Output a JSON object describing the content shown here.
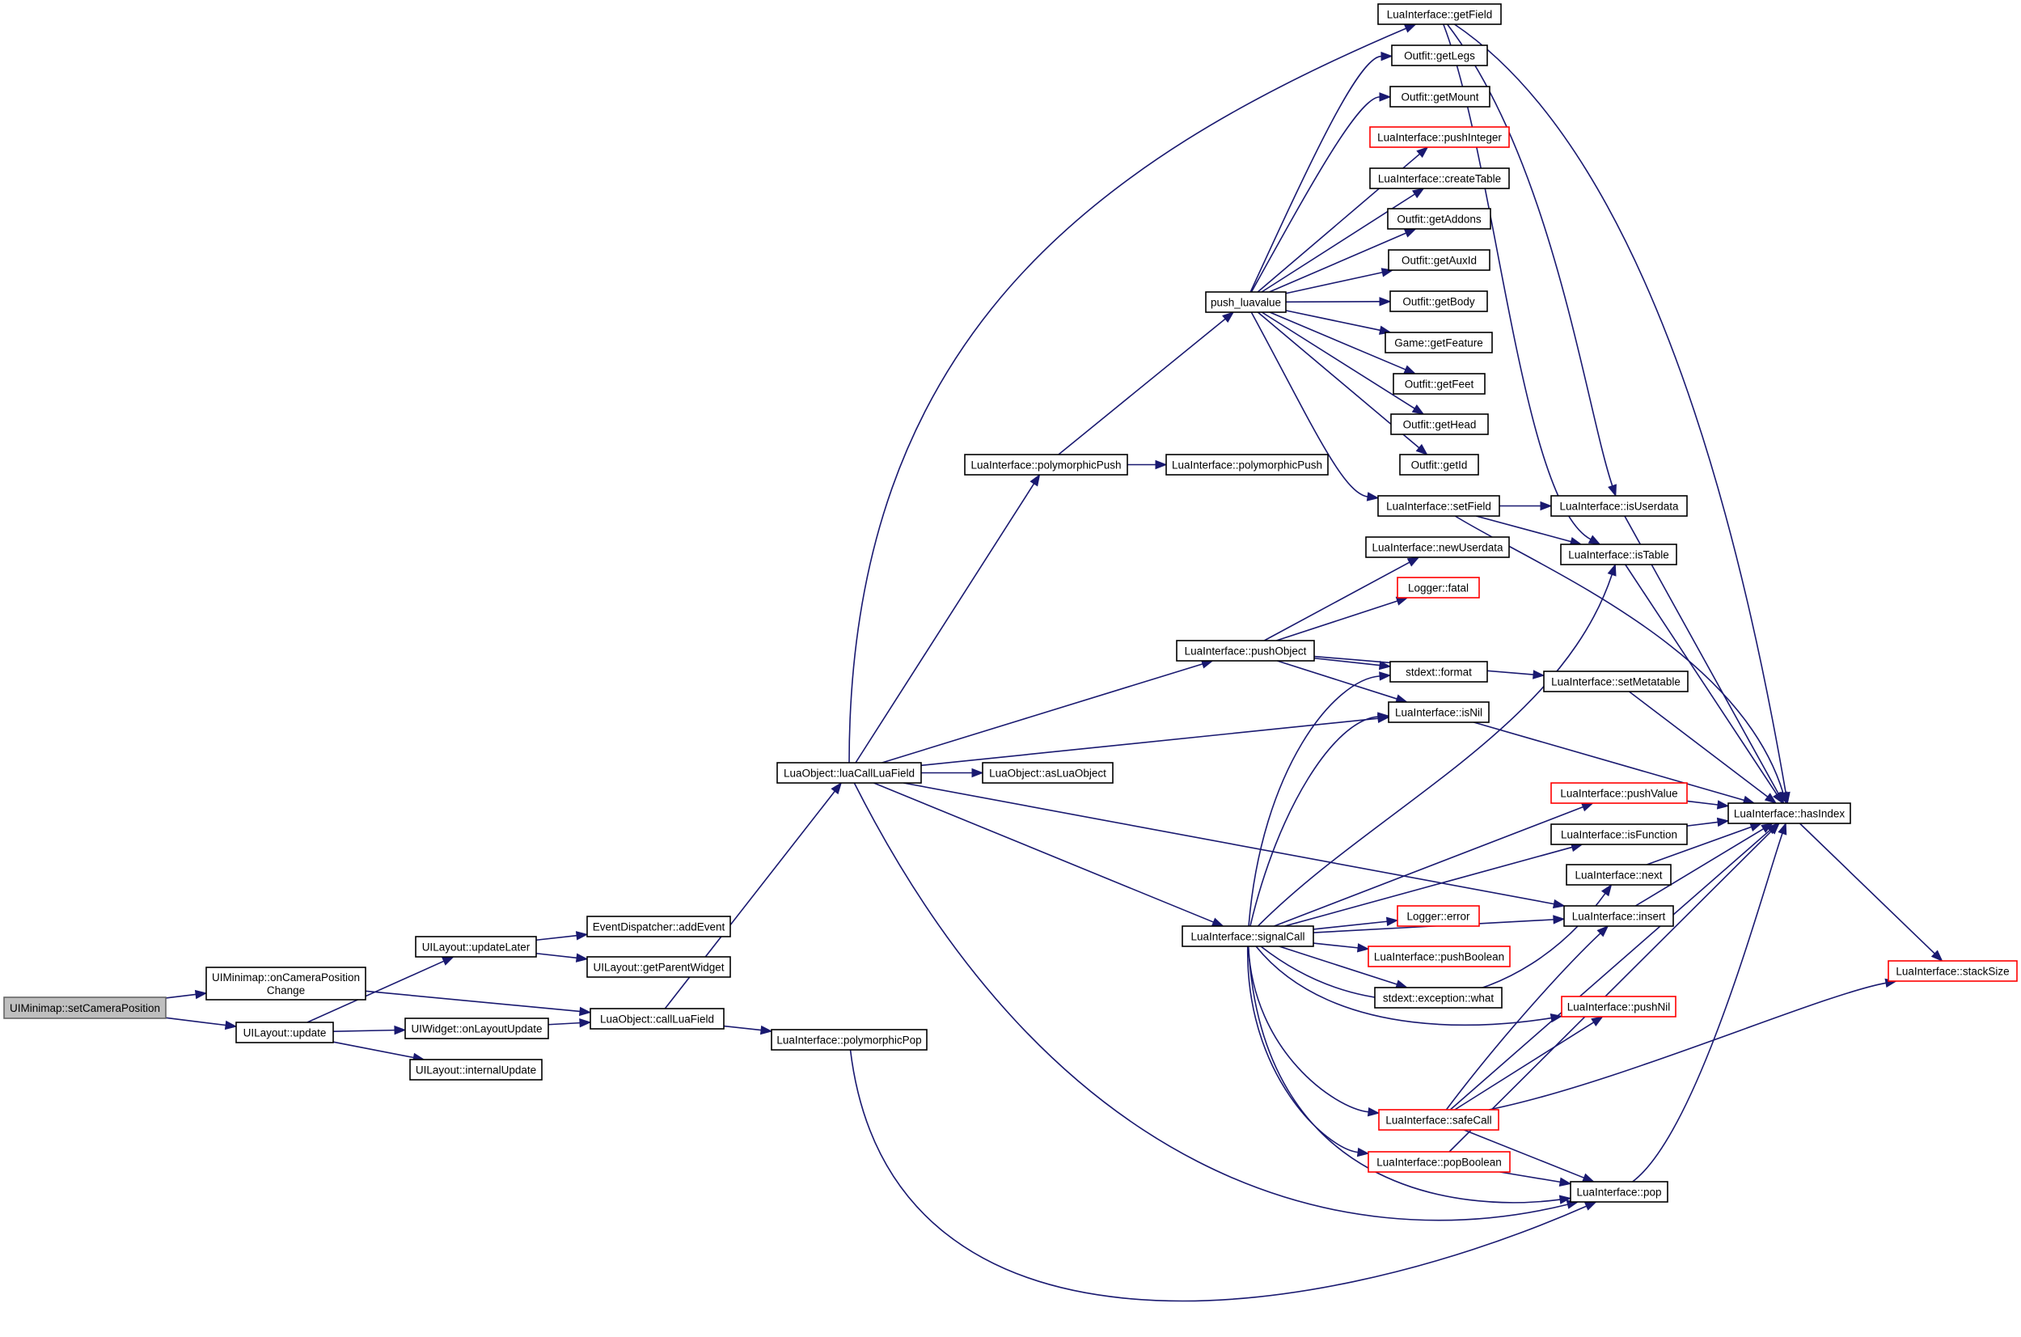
{
  "colors": {
    "edge": "#191970",
    "node_border": "#000000",
    "node_border_truncated": "#ff0000",
    "node_fill": "#ffffff",
    "root_fill": "#bfbfbf",
    "root_border": "#666666"
  },
  "nodes": [
    {
      "id": "setCameraPosition",
      "label": "UIMinimap::setCameraPosition",
      "style": "root"
    },
    {
      "id": "onCameraPositionChange",
      "label": "UIMinimap::onCameraPosition\nChange",
      "style": "normal"
    },
    {
      "id": "uilayoutUpdate",
      "label": "UILayout::update",
      "style": "normal"
    },
    {
      "id": "updateLater",
      "label": "UILayout::updateLater",
      "style": "normal"
    },
    {
      "id": "onLayoutUpdate",
      "label": "UIWidget::onLayoutUpdate",
      "style": "normal"
    },
    {
      "id": "internalUpdate",
      "label": "UILayout::internalUpdate",
      "style": "normal"
    },
    {
      "id": "addEvent",
      "label": "EventDispatcher::addEvent",
      "style": "normal"
    },
    {
      "id": "getParentWidget",
      "label": "UILayout::getParentWidget",
      "style": "normal"
    },
    {
      "id": "callLuaField",
      "label": "LuaObject::callLuaField",
      "style": "normal"
    },
    {
      "id": "polymorphicPop",
      "label": "LuaInterface::polymorphicPop",
      "style": "normal"
    },
    {
      "id": "luaCallLuaField",
      "label": "LuaObject::luaCallLuaField",
      "style": "normal"
    },
    {
      "id": "asLuaObject",
      "label": "LuaObject::asLuaObject",
      "style": "normal"
    },
    {
      "id": "polymorphicPush1",
      "label": "LuaInterface::polymorphicPush",
      "style": "normal"
    },
    {
      "id": "polymorphicPush2",
      "label": "LuaInterface::polymorphicPush",
      "style": "normal"
    },
    {
      "id": "pushLuavalue",
      "label": "push_luavalue",
      "style": "normal"
    },
    {
      "id": "getField",
      "label": "LuaInterface::getField",
      "style": "normal"
    },
    {
      "id": "getLegs",
      "label": "Outfit::getLegs",
      "style": "normal"
    },
    {
      "id": "getMount",
      "label": "Outfit::getMount",
      "style": "normal"
    },
    {
      "id": "pushInteger",
      "label": "LuaInterface::pushInteger",
      "style": "truncated"
    },
    {
      "id": "createTable",
      "label": "LuaInterface::createTable",
      "style": "normal"
    },
    {
      "id": "getAddons",
      "label": "Outfit::getAddons",
      "style": "normal"
    },
    {
      "id": "getAuxId",
      "label": "Outfit::getAuxId",
      "style": "normal"
    },
    {
      "id": "getBody",
      "label": "Outfit::getBody",
      "style": "normal"
    },
    {
      "id": "getFeature",
      "label": "Game::getFeature",
      "style": "normal"
    },
    {
      "id": "getFeet",
      "label": "Outfit::getFeet",
      "style": "normal"
    },
    {
      "id": "getHead",
      "label": "Outfit::getHead",
      "style": "normal"
    },
    {
      "id": "getId",
      "label": "Outfit::getId",
      "style": "normal"
    },
    {
      "id": "setField",
      "label": "LuaInterface::setField",
      "style": "normal"
    },
    {
      "id": "isUserdata",
      "label": "LuaInterface::isUserdata",
      "style": "normal"
    },
    {
      "id": "isTable",
      "label": "LuaInterface::isTable",
      "style": "normal"
    },
    {
      "id": "newUserdata",
      "label": "LuaInterface::newUserdata",
      "style": "normal"
    },
    {
      "id": "loggerFatal",
      "label": "Logger::fatal",
      "style": "truncated"
    },
    {
      "id": "pushObject",
      "label": "LuaInterface::pushObject",
      "style": "normal"
    },
    {
      "id": "stdextFormat",
      "label": "stdext::format",
      "style": "normal"
    },
    {
      "id": "setMetatable",
      "label": "LuaInterface::setMetatable",
      "style": "normal"
    },
    {
      "id": "isNil",
      "label": "LuaInterface::isNil",
      "style": "normal"
    },
    {
      "id": "pushValue",
      "label": "LuaInterface::pushValue",
      "style": "truncated"
    },
    {
      "id": "hasIndex",
      "label": "LuaInterface::hasIndex",
      "style": "normal"
    },
    {
      "id": "isFunction",
      "label": "LuaInterface::isFunction",
      "style": "normal"
    },
    {
      "id": "next",
      "label": "LuaInterface::next",
      "style": "normal"
    },
    {
      "id": "signalCall",
      "label": "LuaInterface::signalCall",
      "style": "normal"
    },
    {
      "id": "insert",
      "label": "LuaInterface::insert",
      "style": "normal"
    },
    {
      "id": "loggerError",
      "label": "Logger::error",
      "style": "truncated"
    },
    {
      "id": "pushBoolean",
      "label": "LuaInterface::pushBoolean",
      "style": "truncated"
    },
    {
      "id": "exceptionWhat",
      "label": "stdext::exception::what",
      "style": "normal"
    },
    {
      "id": "pushNil",
      "label": "LuaInterface::pushNil",
      "style": "truncated"
    },
    {
      "id": "stackSize",
      "label": "LuaInterface::stackSize",
      "style": "truncated"
    },
    {
      "id": "safeCall",
      "label": "LuaInterface::safeCall",
      "style": "truncated"
    },
    {
      "id": "popBoolean",
      "label": "LuaInterface::popBoolean",
      "style": "truncated"
    },
    {
      "id": "pop",
      "label": "LuaInterface::pop",
      "style": "normal"
    }
  ],
  "edges": [
    [
      "setCameraPosition",
      "onCameraPositionChange"
    ],
    [
      "setCameraPosition",
      "uilayoutUpdate"
    ],
    [
      "onCameraPositionChange",
      "callLuaField"
    ],
    [
      "uilayoutUpdate",
      "updateLater"
    ],
    [
      "uilayoutUpdate",
      "onLayoutUpdate"
    ],
    [
      "uilayoutUpdate",
      "internalUpdate"
    ],
    [
      "updateLater",
      "addEvent"
    ],
    [
      "updateLater",
      "getParentWidget"
    ],
    [
      "onLayoutUpdate",
      "callLuaField"
    ],
    [
      "callLuaField",
      "luaCallLuaField"
    ],
    [
      "callLuaField",
      "polymorphicPop"
    ],
    [
      "polymorphicPop",
      "pop"
    ],
    [
      "luaCallLuaField",
      "getField"
    ],
    [
      "luaCallLuaField",
      "polymorphicPush1"
    ],
    [
      "luaCallLuaField",
      "pushObject"
    ],
    [
      "luaCallLuaField",
      "isNil"
    ],
    [
      "luaCallLuaField",
      "asLuaObject"
    ],
    [
      "luaCallLuaField",
      "insert"
    ],
    [
      "luaCallLuaField",
      "signalCall"
    ],
    [
      "luaCallLuaField",
      "pop"
    ],
    [
      "polymorphicPush1",
      "pushLuavalue"
    ],
    [
      "polymorphicPush1",
      "polymorphicPush2"
    ],
    [
      "pushLuavalue",
      "getLegs"
    ],
    [
      "pushLuavalue",
      "getMount"
    ],
    [
      "pushLuavalue",
      "pushInteger"
    ],
    [
      "pushLuavalue",
      "createTable"
    ],
    [
      "pushLuavalue",
      "getAddons"
    ],
    [
      "pushLuavalue",
      "getAuxId"
    ],
    [
      "pushLuavalue",
      "getBody"
    ],
    [
      "pushLuavalue",
      "getFeature"
    ],
    [
      "pushLuavalue",
      "getFeet"
    ],
    [
      "pushLuavalue",
      "getHead"
    ],
    [
      "pushLuavalue",
      "getId"
    ],
    [
      "pushLuavalue",
      "setField"
    ],
    [
      "getField",
      "isUserdata"
    ],
    [
      "getField",
      "isTable"
    ],
    [
      "getField",
      "hasIndex"
    ],
    [
      "setField",
      "isUserdata"
    ],
    [
      "setField",
      "isTable"
    ],
    [
      "setField",
      "hasIndex"
    ],
    [
      "isUserdata",
      "hasIndex"
    ],
    [
      "isTable",
      "hasIndex"
    ],
    [
      "pushObject",
      "newUserdata"
    ],
    [
      "pushObject",
      "loggerFatal"
    ],
    [
      "pushObject",
      "stdextFormat"
    ],
    [
      "pushObject",
      "setMetatable"
    ],
    [
      "pushObject",
      "isNil"
    ],
    [
      "setMetatable",
      "hasIndex"
    ],
    [
      "isNil",
      "hasIndex"
    ],
    [
      "pushValue",
      "hasIndex"
    ],
    [
      "isFunction",
      "hasIndex"
    ],
    [
      "next",
      "hasIndex"
    ],
    [
      "insert",
      "hasIndex"
    ],
    [
      "pop",
      "hasIndex"
    ],
    [
      "hasIndex",
      "stackSize"
    ],
    [
      "signalCall",
      "isTable"
    ],
    [
      "signalCall",
      "stdextFormat"
    ],
    [
      "signalCall",
      "isNil"
    ],
    [
      "signalCall",
      "pushValue"
    ],
    [
      "signalCall",
      "isFunction"
    ],
    [
      "signalCall",
      "next"
    ],
    [
      "signalCall",
      "insert"
    ],
    [
      "signalCall",
      "loggerError"
    ],
    [
      "signalCall",
      "pushBoolean"
    ],
    [
      "signalCall",
      "exceptionWhat"
    ],
    [
      "signalCall",
      "pushNil"
    ],
    [
      "signalCall",
      "safeCall"
    ],
    [
      "signalCall",
      "popBoolean"
    ],
    [
      "signalCall",
      "pop"
    ],
    [
      "safeCall",
      "pushNil"
    ],
    [
      "safeCall",
      "insert"
    ],
    [
      "safeCall",
      "hasIndex"
    ],
    [
      "safeCall",
      "stackSize"
    ],
    [
      "safeCall",
      "pop"
    ],
    [
      "popBoolean",
      "hasIndex"
    ],
    [
      "popBoolean",
      "pop"
    ]
  ]
}
